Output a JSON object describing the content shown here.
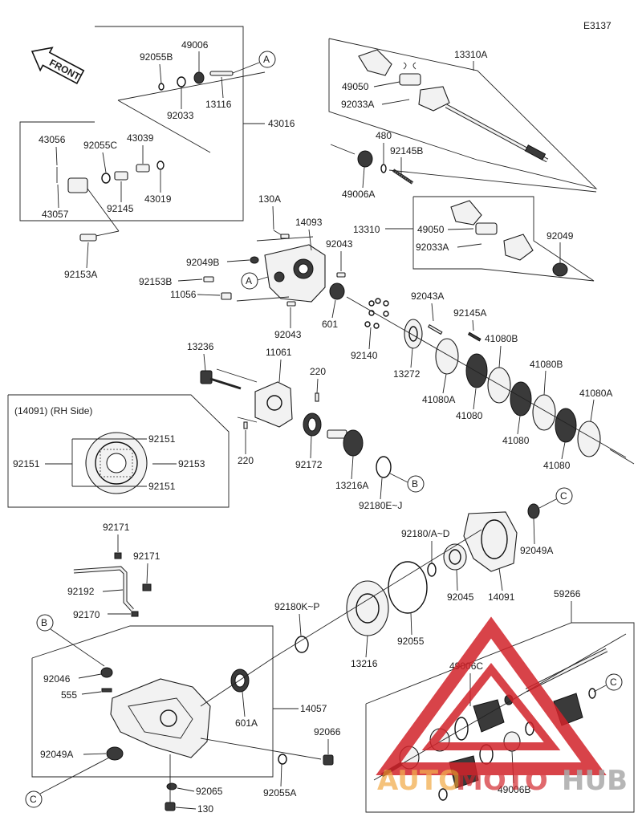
{
  "diagram_code": "E3137",
  "front_label": "FRONT",
  "inset": {
    "title": "(14091) (RH Side)"
  },
  "callouts": {
    "A": "A",
    "B": "B",
    "C": "C"
  },
  "labels": {
    "p13310A": "13310A",
    "p49050a": "49050",
    "p92033Aa": "92033A",
    "p92055B": "92055B",
    "p49006": "49006",
    "p92033": "92033",
    "p13116": "13116",
    "p43016": "43016",
    "p43056": "43056",
    "p92055C": "92055C",
    "p43039": "43039",
    "p43057": "43057",
    "p92145": "92145",
    "p43019": "43019",
    "p92153A": "92153A",
    "p480": "480",
    "p92145B": "92145B",
    "p49006A": "49006A",
    "p130A": "130A",
    "p14093": "14093",
    "p92043a": "92043",
    "p13310": "13310",
    "p49050b": "49050",
    "p92049": "92049",
    "p92033Ab": "92033A",
    "p92049B": "92049B",
    "p92153B": "92153B",
    "p11056": "11056",
    "p601": "601",
    "p92043b": "92043",
    "p92043A": "92043A",
    "p92145A": "92145A",
    "p92140": "92140",
    "p13272": "13272",
    "p41080Ba": "41080B",
    "p41080Aa": "41080A",
    "p41080a": "41080",
    "p41080Bb": "41080B",
    "p41080b": "41080",
    "p41080Ab": "41080A",
    "p41080c": "41080",
    "p13236": "13236",
    "p11061": "11061",
    "p220a": "220",
    "p220b": "220",
    "p92172": "92172",
    "p13216A": "13216A",
    "p92180EJ": "92180E~J",
    "p92151a": "92151",
    "p92151b": "92151",
    "p92153": "92153",
    "p92151c": "92151",
    "p92171a": "92171",
    "p92171b": "92171",
    "p92192": "92192",
    "p92170": "92170",
    "p92180AD": "92180/A~D",
    "p92049A": "92049A",
    "p92045": "92045",
    "p14091": "14091",
    "p92180KP": "92180K~P",
    "p92055": "92055",
    "p13216": "13216",
    "p59266": "59266",
    "p92046": "92046",
    "p555": "555",
    "p14057": "14057",
    "p601A": "601A",
    "p49006C": "49006C",
    "p92066": "92066",
    "p92049Ab": "92049A",
    "p92065": "92065",
    "p92055A": "92055A",
    "p130": "130",
    "p49006B": "49006B"
  },
  "watermark": {
    "part1": "AUTO",
    "part2": "MOTO",
    "part3": "HUB"
  },
  "colors": {
    "watermark_red": "#d2232a",
    "watermark_orange": "#f0a030",
    "watermark_gray": "#9a9a9a",
    "line": "#222222"
  }
}
